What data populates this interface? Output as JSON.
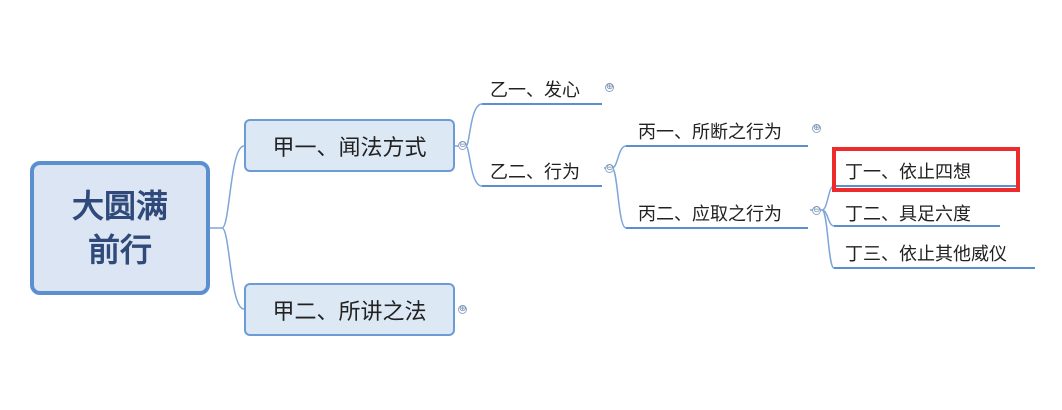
{
  "root": {
    "line1": "大圆满",
    "line2": "前行"
  },
  "level1": [
    {
      "label": "甲一、闻法方式",
      "toggle": "⊖"
    },
    {
      "label": "甲二、所讲之法",
      "toggle": "⊕"
    }
  ],
  "level2": [
    {
      "label": "乙一、发心",
      "toggle": "⊕"
    },
    {
      "label": "乙二、行为",
      "toggle": "⊖"
    }
  ],
  "level3": [
    {
      "label": "丙一、所断之行为",
      "toggle": "⊕"
    },
    {
      "label": "丙二、应取之行为",
      "toggle": "⊖"
    }
  ],
  "level4": [
    {
      "label": "丁一、依止四想",
      "highlighted": true
    },
    {
      "label": "丁二、具足六度"
    },
    {
      "label": "丁三、依止其他威仪"
    }
  ],
  "colors": {
    "connector": "#5b8fd0",
    "highlight": "#ee2b2b",
    "root_fill": "#dbe5f3"
  }
}
